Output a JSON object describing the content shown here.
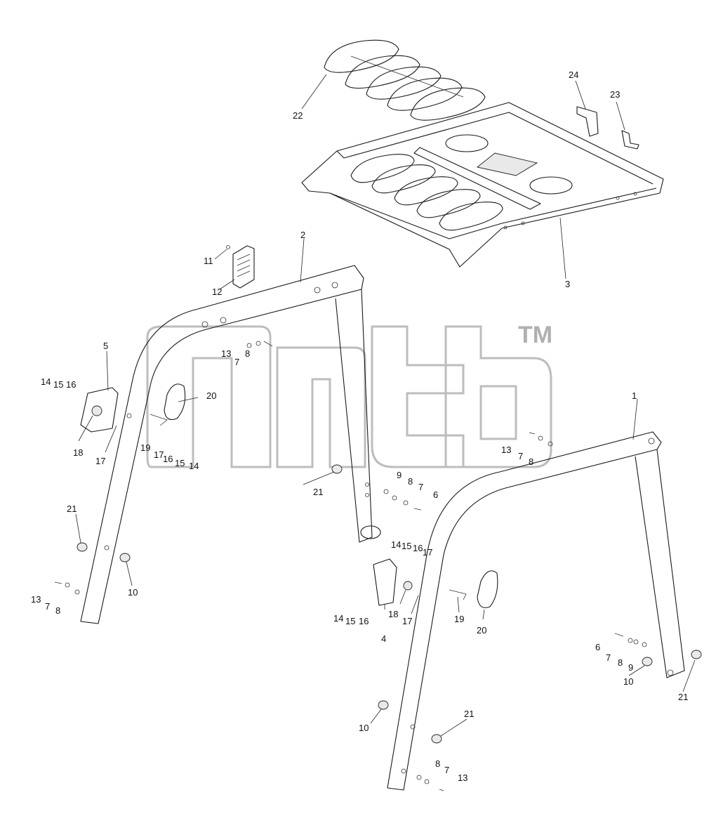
{
  "watermark": {
    "mark": "TM",
    "color": "#b8b8b8"
  },
  "callouts": [
    {
      "id": "c22",
      "text": "22"
    },
    {
      "id": "c24",
      "text": "24"
    },
    {
      "id": "c23",
      "text": "23"
    },
    {
      "id": "c3",
      "text": "3"
    },
    {
      "id": "c2",
      "text": "2"
    },
    {
      "id": "c11",
      "text": "11"
    },
    {
      "id": "c12",
      "text": "12"
    },
    {
      "id": "c13a",
      "text": "13"
    },
    {
      "id": "c7a",
      "text": "7"
    },
    {
      "id": "c8a",
      "text": "8"
    },
    {
      "id": "c5",
      "text": "5"
    },
    {
      "id": "c14a",
      "text": "14"
    },
    {
      "id": "c15a",
      "text": "15"
    },
    {
      "id": "c16a",
      "text": "16"
    },
    {
      "id": "c18a",
      "text": "18"
    },
    {
      "id": "c17a",
      "text": "17"
    },
    {
      "id": "c20a",
      "text": "20"
    },
    {
      "id": "c19a",
      "text": "19"
    },
    {
      "id": "c17b",
      "text": "17"
    },
    {
      "id": "c16b",
      "text": "16"
    },
    {
      "id": "c15b",
      "text": "15"
    },
    {
      "id": "c14b",
      "text": "14"
    },
    {
      "id": "c21a",
      "text": "21"
    },
    {
      "id": "c9a",
      "text": "9"
    },
    {
      "id": "c8b",
      "text": "8"
    },
    {
      "id": "c7b",
      "text": "7"
    },
    {
      "id": "c6a",
      "text": "6"
    },
    {
      "id": "c1",
      "text": "1"
    },
    {
      "id": "c13b",
      "text": "13"
    },
    {
      "id": "c7c",
      "text": "7"
    },
    {
      "id": "c8c",
      "text": "8"
    },
    {
      "id": "c21b",
      "text": "21"
    },
    {
      "id": "c10a",
      "text": "10"
    },
    {
      "id": "c13c",
      "text": "13"
    },
    {
      "id": "c7d",
      "text": "7"
    },
    {
      "id": "c8d",
      "text": "8"
    },
    {
      "id": "c14c",
      "text": "14"
    },
    {
      "id": "c15c",
      "text": "15"
    },
    {
      "id": "c16c",
      "text": "16"
    },
    {
      "id": "c17c",
      "text": "17"
    },
    {
      "id": "c14d",
      "text": "14"
    },
    {
      "id": "c15d",
      "text": "15"
    },
    {
      "id": "c16d",
      "text": "16"
    },
    {
      "id": "c18b",
      "text": "18"
    },
    {
      "id": "c17d",
      "text": "17"
    },
    {
      "id": "c4",
      "text": "4"
    },
    {
      "id": "c19b",
      "text": "19"
    },
    {
      "id": "c20b",
      "text": "20"
    },
    {
      "id": "c6b",
      "text": "6"
    },
    {
      "id": "c7e",
      "text": "7"
    },
    {
      "id": "c8e",
      "text": "8"
    },
    {
      "id": "c9b",
      "text": "9"
    },
    {
      "id": "c10b",
      "text": "10"
    },
    {
      "id": "c21c",
      "text": "21"
    },
    {
      "id": "c10c",
      "text": "10"
    },
    {
      "id": "c21d",
      "text": "21"
    },
    {
      "id": "c8f",
      "text": "8"
    },
    {
      "id": "c7f",
      "text": "7"
    },
    {
      "id": "c13d",
      "text": "13"
    }
  ]
}
